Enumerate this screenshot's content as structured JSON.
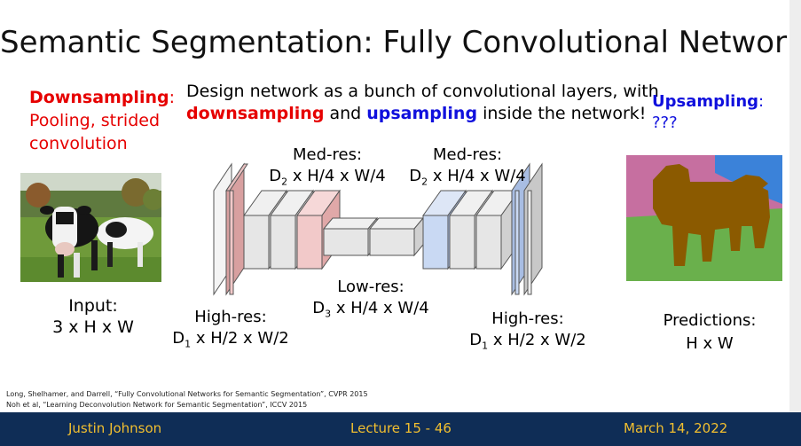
{
  "slide": {
    "title": "Semantic Segmentation: Fully Convolutional Network",
    "down": {
      "heading": "Downsampling",
      "colon": ":",
      "line1": "Pooling, strided",
      "line2": "convolution"
    },
    "up": {
      "heading": "Upsampling",
      "colon": ":",
      "line1": "???"
    },
    "design": {
      "line1": "Design network as a bunch of convolutional layers, with",
      "down_word": "downsampling",
      "and": " and ",
      "up_word": "upsampling",
      "rest": " inside the network!"
    },
    "labels": {
      "input_title": "Input:",
      "input_dims": "3 x H x W",
      "highres_left_title": "High-res:",
      "highres_left_d": "D",
      "highres_left_sub": "1",
      "highres_left_rest": " x H/2 x W/2",
      "medres_left_title": "Med-res:",
      "medres_left_d": "D",
      "medres_left_sub": "2",
      "medres_left_rest": " x H/4 x W/4",
      "medres_right_title": "Med-res:",
      "medres_right_d": "D",
      "medres_right_sub": "2",
      "medres_right_rest": " x H/4 x W/4",
      "lowres_title": "Low-res:",
      "lowres_d": "D",
      "lowres_sub": "3",
      "lowres_rest": " x H/4 x W/4",
      "highres_right_title": "High-res:",
      "highres_right_d": "D",
      "highres_right_sub": "1",
      "highres_right_rest": " x H/2 x W/2",
      "pred_title": "Predictions:",
      "pred_dims": "H x W"
    },
    "citations": [
      "Long, Shelhamer, and Darrell, “Fully Convolutional Networks for Semantic Segmentation”, CVPR 2015",
      "Noh et al, “Learning Deconvolution Network for Semantic Segmentation”, ICCV 2015"
    ]
  },
  "footer": {
    "author": "Justin Johnson",
    "lecture": "Lecture 15 - 46",
    "date": "March 14, 2022"
  },
  "colors": {
    "accent_red": "#e60000",
    "accent_blue": "#1010dd",
    "footer_bg": "#0f2d56",
    "footer_text": "#f2bf2f",
    "layer_gray": "#e6e6e6",
    "layer_pink": "#f2c9c9",
    "layer_blue": "#c9d9f3",
    "seg_cow": "#8b5a00",
    "seg_sky": "#3b82d9",
    "seg_tree": "#c66fa0",
    "seg_grass": "#6ab04c"
  }
}
